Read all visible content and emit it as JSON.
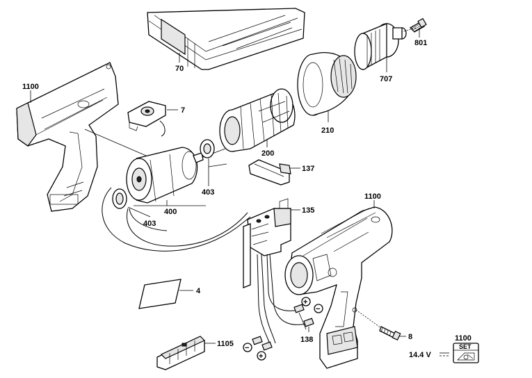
{
  "labels": {
    "p70": "70",
    "p801": "801",
    "p707": "707",
    "p210": "210",
    "p200": "200",
    "p7": "7",
    "p1100_left": "1100",
    "p137": "137",
    "p403_a": "403",
    "p403_b": "403",
    "p400": "400",
    "p135": "135",
    "p1100_right": "1100",
    "p4": "4",
    "p138": "138",
    "p8": "8",
    "p1105": "1105",
    "p1100_set": "1100"
  },
  "polarity": {
    "plus": "+",
    "minus": "−"
  },
  "set_kit": {
    "voltage": "14.4 V",
    "set_label": "SET"
  }
}
